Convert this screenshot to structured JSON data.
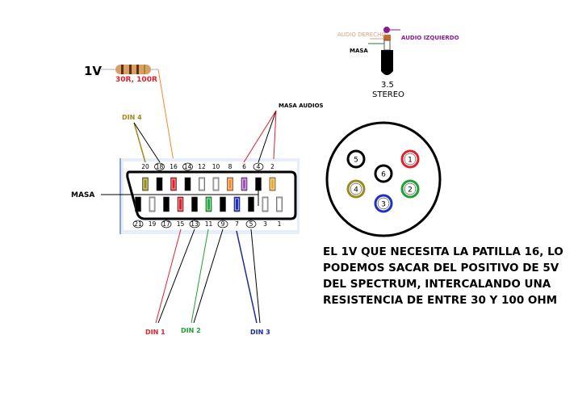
{
  "resistor": {
    "voltage_label": "1V",
    "value_label": "30R, 100R"
  },
  "scart": {
    "top_pins": [
      {
        "n": "20",
        "color": "#9a8c1c"
      },
      {
        "n": "18",
        "color": "#000000"
      },
      {
        "n": "16",
        "color": "#e0202a"
      },
      {
        "n": "14",
        "color": "#000000"
      },
      {
        "n": "12",
        "color": "#c8c8c8"
      },
      {
        "n": "10",
        "color": "#c8c8c8"
      },
      {
        "n": "8",
        "color": "#f7892a"
      },
      {
        "n": "6",
        "color": "#a64fc0"
      },
      {
        "n": "4",
        "color": "#000000"
      },
      {
        "n": "2",
        "color": "#f0a830"
      }
    ],
    "bottom_pins": [
      {
        "n": "21",
        "color": "#000000"
      },
      {
        "n": "19",
        "color": "#c8c8c8"
      },
      {
        "n": "17",
        "color": "#000000"
      },
      {
        "n": "15",
        "color": "#e0202a"
      },
      {
        "n": "13",
        "color": "#000000"
      },
      {
        "n": "11",
        "color": "#20b040"
      },
      {
        "n": "9",
        "color": "#000000"
      },
      {
        "n": "7",
        "color": "#2030c0"
      },
      {
        "n": "5",
        "color": "#000000"
      },
      {
        "n": "3",
        "color": "#c8c8c8"
      },
      {
        "n": "1",
        "color": "#c8c8c8"
      }
    ],
    "masa_label": "MASA",
    "masa_audios_label": "MASA AUDIOS"
  },
  "din_labels": {
    "din1": "DIN 1",
    "din2": "DIN 2",
    "din3": "DIN 3",
    "din4": "DIN 4"
  },
  "din_colors": {
    "din1": "#e0202a",
    "din2": "#20a030",
    "din3": "#1a2a9a",
    "din4": "#9a8c1c"
  },
  "jack": {
    "audio_derecho": "AUDIO DERECHO",
    "audio_izquierdo": "AUDIO IZQUIERDO",
    "masa": "MASA",
    "size": "3.5",
    "type": "STEREO"
  },
  "din_connector": {
    "pins": [
      {
        "n": "5",
        "ring": "#000000"
      },
      {
        "n": "1",
        "ring": "#e0202a"
      },
      {
        "n": "6",
        "ring": "#000000"
      },
      {
        "n": "4",
        "ring": "#9a8c1c"
      },
      {
        "n": "2",
        "ring": "#20a030"
      },
      {
        "n": "3",
        "ring": "#2030c0"
      }
    ]
  },
  "note": "EL 1V QUE NECESITA LA PATILLA 16, LO PODEMOS SACAR DEL POSITIVO DE 5V DEL SPECTRUM, INTERCALANDO UNA RESISTENCIA DE ENTRE 30 Y 100 OHM"
}
